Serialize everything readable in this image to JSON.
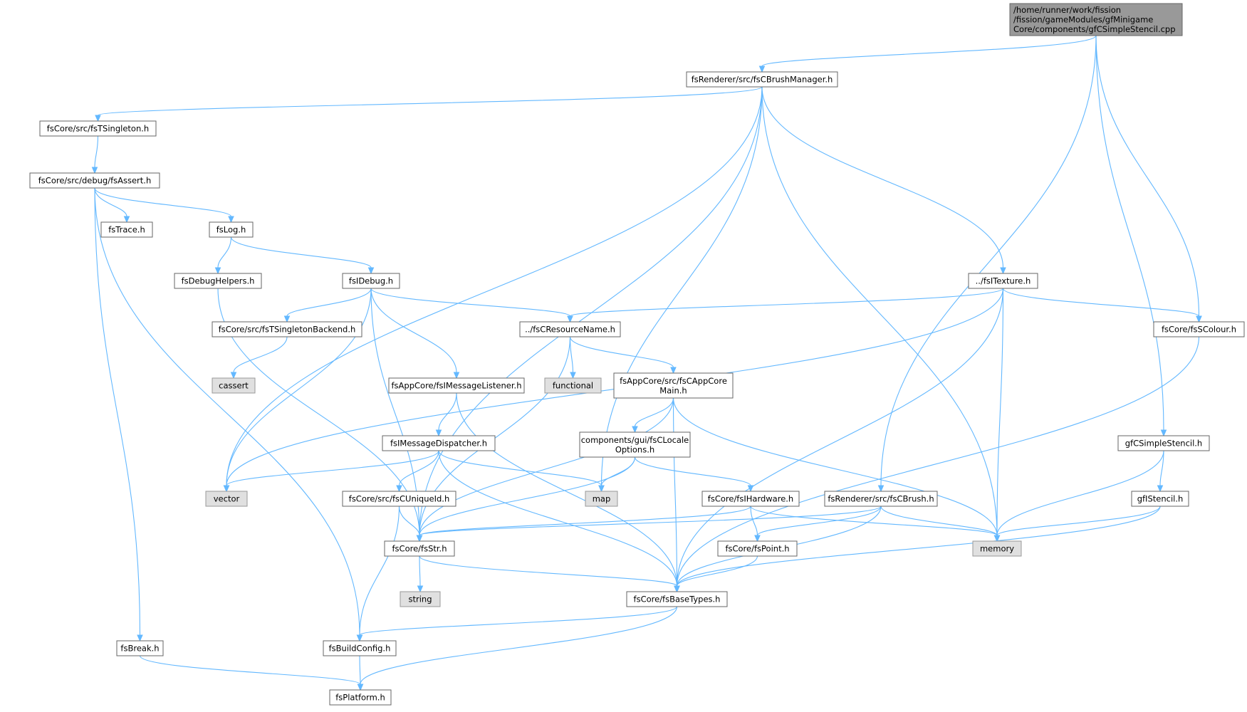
{
  "colors": {
    "edge": "#63b8ff",
    "node_fill": "#ffffff",
    "node_stroke": "#666666",
    "root_fill": "#999999",
    "root_stroke": "#666666",
    "system_fill": "#e0e0e0",
    "system_stroke": "#999999"
  },
  "nodes": [
    {
      "id": "root",
      "lines": [
        "/home/runner/work/fission",
        "/fission/gameModules/gfMinigame",
        "Core/components/gfCSimpleStencil.cpp"
      ],
      "kind": "root"
    },
    {
      "id": "brushmgr",
      "lines": [
        "fsRenderer/src/fsCBrushManager.h"
      ],
      "kind": "normal"
    },
    {
      "id": "tsingleton",
      "lines": [
        "fsCore/src/fsTSingleton.h"
      ],
      "kind": "normal"
    },
    {
      "id": "assert",
      "lines": [
        "fsCore/src/debug/fsAssert.h"
      ],
      "kind": "normal"
    },
    {
      "id": "trace",
      "lines": [
        "fsTrace.h"
      ],
      "kind": "normal"
    },
    {
      "id": "log",
      "lines": [
        "fsLog.h"
      ],
      "kind": "normal"
    },
    {
      "id": "debughelpers",
      "lines": [
        "fsDebugHelpers.h"
      ],
      "kind": "normal"
    },
    {
      "id": "idebug",
      "lines": [
        "fsIDebug.h"
      ],
      "kind": "normal"
    },
    {
      "id": "tsbackend",
      "lines": [
        "fsCore/src/fsTSingletonBackend.h"
      ],
      "kind": "normal"
    },
    {
      "id": "cassert",
      "lines": [
        "cassert"
      ],
      "kind": "system"
    },
    {
      "id": "resname",
      "lines": [
        "../fsCResourceName.h"
      ],
      "kind": "normal"
    },
    {
      "id": "itexture",
      "lines": [
        "../fsITexture.h"
      ],
      "kind": "normal"
    },
    {
      "id": "scolour",
      "lines": [
        "fsCore/fsSColour.h"
      ],
      "kind": "normal"
    },
    {
      "id": "msglistener",
      "lines": [
        "fsAppCore/fsIMessageListener.h"
      ],
      "kind": "normal"
    },
    {
      "id": "functional",
      "lines": [
        "functional"
      ],
      "kind": "system"
    },
    {
      "id": "appcoremain",
      "lines": [
        "fsAppCore/src/fsCAppCore",
        "Main.h"
      ],
      "kind": "normal"
    },
    {
      "id": "msgdispatcher",
      "lines": [
        "fsIMessageDispatcher.h"
      ],
      "kind": "normal"
    },
    {
      "id": "localeopts",
      "lines": [
        "components/gui/fsCLocale",
        "Options.h"
      ],
      "kind": "normal"
    },
    {
      "id": "gfsimplestencil",
      "lines": [
        "gfCSimpleStencil.h"
      ],
      "kind": "normal"
    },
    {
      "id": "vector",
      "lines": [
        "vector"
      ],
      "kind": "system"
    },
    {
      "id": "uniqueid",
      "lines": [
        "fsCore/src/fsCUniqueId.h"
      ],
      "kind": "normal"
    },
    {
      "id": "map",
      "lines": [
        "map"
      ],
      "kind": "system"
    },
    {
      "id": "ihardware",
      "lines": [
        "fsCore/fsIHardware.h"
      ],
      "kind": "normal"
    },
    {
      "id": "cbrush",
      "lines": [
        "fsRenderer/src/fsCBrush.h"
      ],
      "kind": "normal"
    },
    {
      "id": "gfistencil",
      "lines": [
        "gfIStencil.h"
      ],
      "kind": "normal"
    },
    {
      "id": "str",
      "lines": [
        "fsCore/fsStr.h"
      ],
      "kind": "normal"
    },
    {
      "id": "point",
      "lines": [
        "fsCore/fsPoint.h"
      ],
      "kind": "normal"
    },
    {
      "id": "memory",
      "lines": [
        "memory"
      ],
      "kind": "system"
    },
    {
      "id": "string",
      "lines": [
        "string"
      ],
      "kind": "system"
    },
    {
      "id": "basetypes",
      "lines": [
        "fsCore/fsBaseTypes.h"
      ],
      "kind": "normal"
    },
    {
      "id": "break",
      "lines": [
        "fsBreak.h"
      ],
      "kind": "normal"
    },
    {
      "id": "buildconfig",
      "lines": [
        "fsBuildConfig.h"
      ],
      "kind": "normal"
    },
    {
      "id": "platform",
      "lines": [
        "fsPlatform.h"
      ],
      "kind": "normal"
    }
  ],
  "edges": [
    [
      "root",
      "brushmgr"
    ],
    [
      "root",
      "cbrush"
    ],
    [
      "root",
      "gfsimplestencil"
    ],
    [
      "root",
      "scolour"
    ],
    [
      "brushmgr",
      "tsingleton"
    ],
    [
      "brushmgr",
      "str"
    ],
    [
      "brushmgr",
      "vector"
    ],
    [
      "brushmgr",
      "map"
    ],
    [
      "brushmgr",
      "memory"
    ],
    [
      "brushmgr",
      "itexture"
    ],
    [
      "tsingleton",
      "assert"
    ],
    [
      "assert",
      "trace"
    ],
    [
      "assert",
      "log"
    ],
    [
      "assert",
      "break"
    ],
    [
      "assert",
      "buildconfig"
    ],
    [
      "log",
      "debughelpers"
    ],
    [
      "log",
      "idebug"
    ],
    [
      "debughelpers",
      "str"
    ],
    [
      "idebug",
      "tsbackend"
    ],
    [
      "idebug",
      "resname"
    ],
    [
      "idebug",
      "msglistener"
    ],
    [
      "idebug",
      "vector"
    ],
    [
      "idebug",
      "str"
    ],
    [
      "tsbackend",
      "cassert"
    ],
    [
      "itexture",
      "resname"
    ],
    [
      "itexture",
      "scolour"
    ],
    [
      "itexture",
      "vector"
    ],
    [
      "itexture",
      "memory"
    ],
    [
      "itexture",
      "basetypes"
    ],
    [
      "resname",
      "functional"
    ],
    [
      "resname",
      "appcoremain"
    ],
    [
      "resname",
      "str"
    ],
    [
      "scolour",
      "basetypes"
    ],
    [
      "msglistener",
      "msgdispatcher"
    ],
    [
      "msglistener",
      "basetypes"
    ],
    [
      "appcoremain",
      "localeopts"
    ],
    [
      "appcoremain",
      "str"
    ],
    [
      "appcoremain",
      "basetypes"
    ],
    [
      "appcoremain",
      "memory"
    ],
    [
      "msgdispatcher",
      "vector"
    ],
    [
      "msgdispatcher",
      "map"
    ],
    [
      "msgdispatcher",
      "uniqueid"
    ],
    [
      "msgdispatcher",
      "basetypes"
    ],
    [
      "localeopts",
      "map"
    ],
    [
      "localeopts",
      "ihardware"
    ],
    [
      "localeopts",
      "str"
    ],
    [
      "gfsimplestencil",
      "gfistencil"
    ],
    [
      "gfsimplestencil",
      "memory"
    ],
    [
      "uniqueid",
      "str"
    ],
    [
      "uniqueid",
      "buildconfig"
    ],
    [
      "ihardware",
      "str"
    ],
    [
      "ihardware",
      "point"
    ],
    [
      "ihardware",
      "memory"
    ],
    [
      "cbrush",
      "str"
    ],
    [
      "cbrush",
      "point"
    ],
    [
      "cbrush",
      "memory"
    ],
    [
      "cbrush",
      "basetypes"
    ],
    [
      "gfistencil",
      "memory"
    ],
    [
      "gfistencil",
      "basetypes"
    ],
    [
      "str",
      "string"
    ],
    [
      "str",
      "basetypes"
    ],
    [
      "point",
      "basetypes"
    ],
    [
      "basetypes",
      "buildconfig"
    ],
    [
      "basetypes",
      "platform"
    ],
    [
      "break",
      "platform"
    ],
    [
      "buildconfig",
      "platform"
    ]
  ]
}
